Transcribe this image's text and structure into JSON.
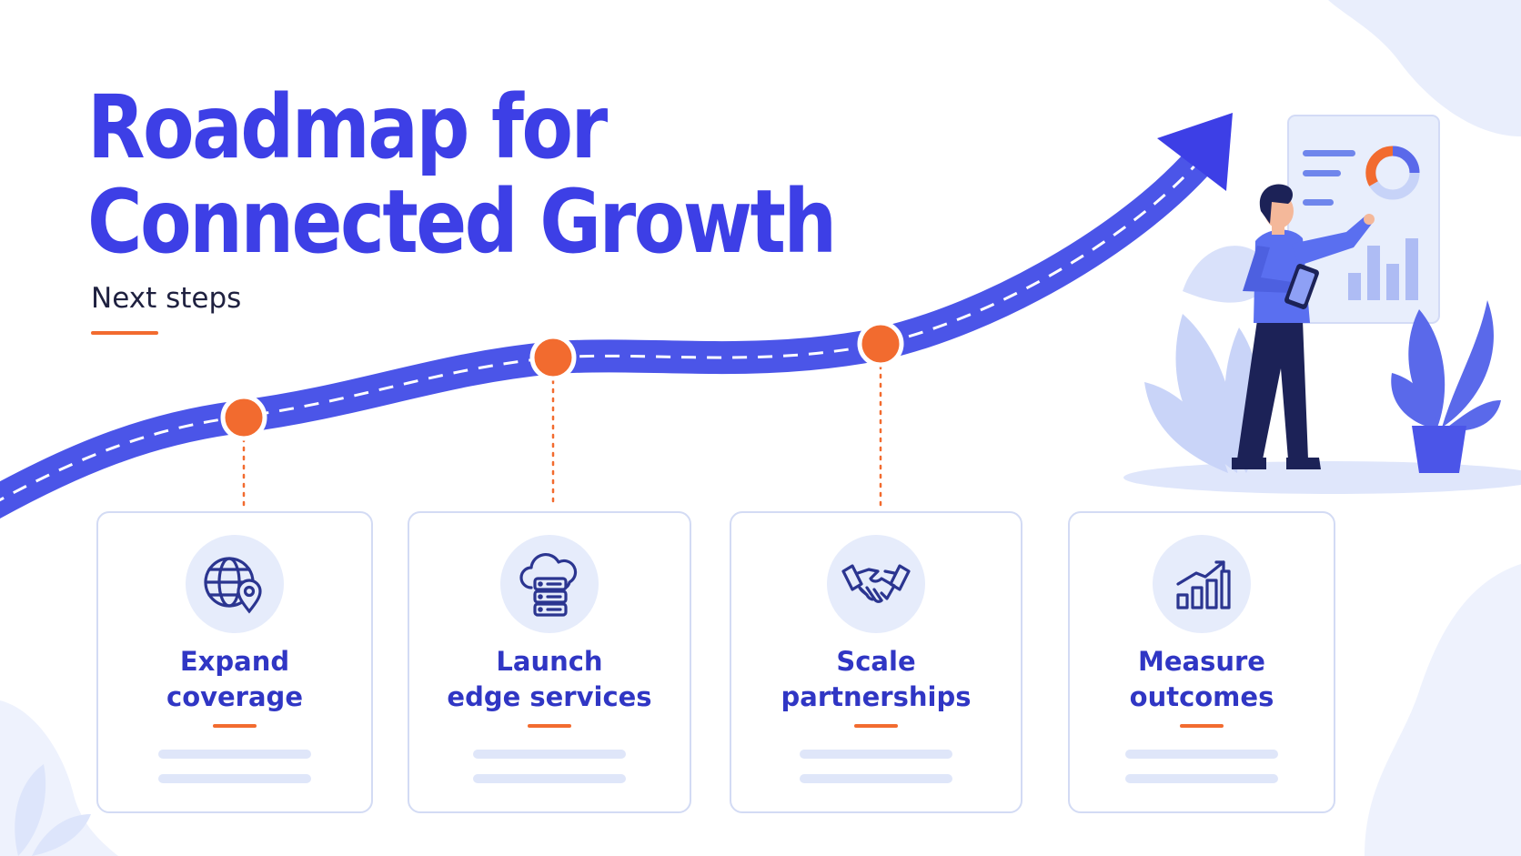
{
  "title": {
    "line1": "Roadmap for",
    "line2": "Connected Growth"
  },
  "subtitle": "Next steps",
  "colors": {
    "primary": "#3d3fe6",
    "road": "#4b55e8",
    "accent": "#f26b2f",
    "card_border": "#d3dbf4",
    "icon_bg": "#e6ecfb",
    "soft_blob": "#e9eefc"
  },
  "steps": [
    {
      "line1": "Expand",
      "line2": "coverage",
      "icon": "globe-location-icon"
    },
    {
      "line1": "Launch",
      "line2": "edge services",
      "icon": "cloud-server-icon"
    },
    {
      "line1": "Scale",
      "line2": "partnerships",
      "icon": "handshake-icon"
    },
    {
      "line1": "Measure",
      "line2": "outcomes",
      "icon": "bar-chart-growth-icon"
    }
  ],
  "illustration": {
    "subject": "person-presenting-dashboard",
    "elements": [
      "growth-arrow",
      "dashboard-board",
      "potted-plant",
      "leafy-bush"
    ]
  }
}
